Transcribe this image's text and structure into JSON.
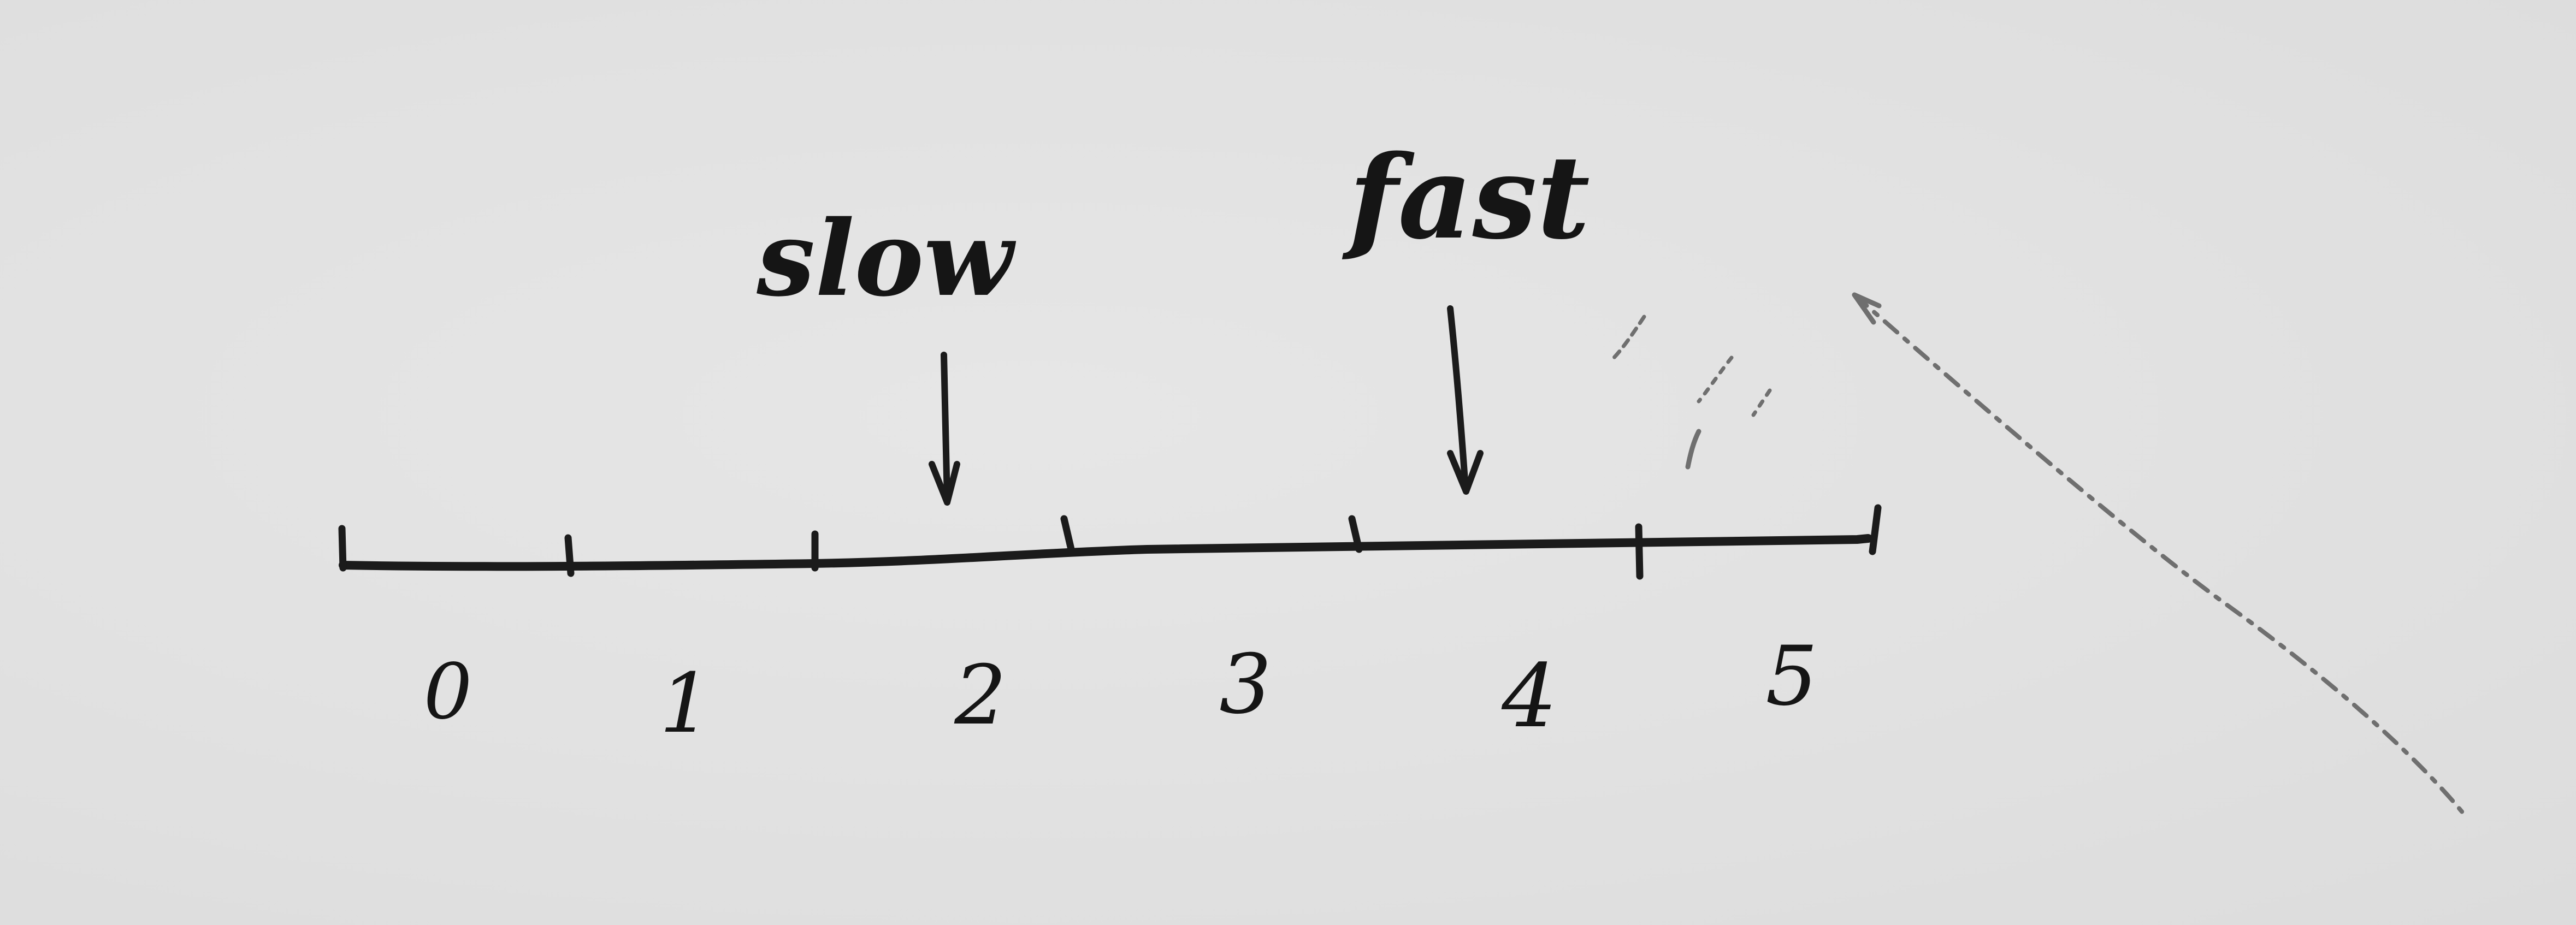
{
  "number_line": {
    "tick_labels": [
      "0",
      "1",
      "2",
      "3",
      "4",
      "5"
    ],
    "markers": [
      {
        "label": "slow",
        "value": 2
      },
      {
        "label": "fast",
        "value": 4
      }
    ]
  },
  "colors": {
    "ink": "#1b1b1b",
    "paper": "#e2e2e2",
    "pencil": "#6f6f6f"
  }
}
